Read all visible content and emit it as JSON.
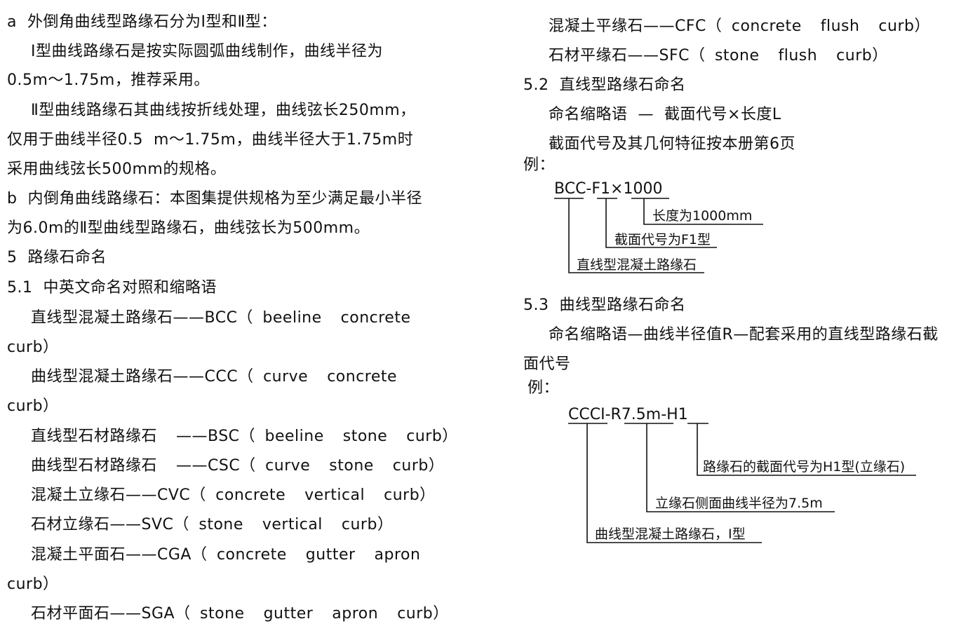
{
  "left_column": {
    "lines": [
      "a  外倒角曲线型路缘石分为Ⅰ型和Ⅱ型：",
      "Ⅰ型曲线路缘石是按实际圆弧曲线制作，曲线半径为",
      "0.5m～1.75m，推荐采用。",
      "Ⅱ型曲线路缘石其曲线按折线处理，曲线弦长250mm，",
      "仅用于曲线半径0.5  m～1.75m，曲线半径大于1.75m时",
      "采用曲线弦长500mm的规格。",
      "b  内倒角曲线路缘石：本图集提供规格为至少满足最小半径",
      "为6.0m的Ⅱ型曲线型路缘石，曲线弦长为500mm。",
      "5  路缘石命名",
      "5.1  中英文命名对照和缩略语",
      "直线型混凝土路缘石——BCC（ beeline  concrete",
      "curb）",
      "曲线型混凝土路缘石——CCC（ curve  concrete",
      "curb）",
      "直线型石材路缘石  ——BSC（ beeline  stone  curb）",
      "曲线型石材路缘石  ——CSC（ curve  stone  curb）",
      "混凝土立缘石——CVC（ concrete  vertical  curb）",
      "石材立缘石——SVC（ stone  vertical  curb）",
      "混凝土平面石——CGA（ concrete  gutter  apron",
      "curb）",
      "石材平面石——SGA（ stone  gutter  apron  curb）"
    ]
  },
  "right_column": {
    "lines": [
      "混凝土平缘石——CFC（ concrete  flush  curb）",
      "石材平缘石——SFC（ stone  flush  curb）",
      "5.2  直线型路缘石命名",
      "命名缩略语  —  截面代号×长度L",
      "截面代号及其几何特征按本册第6页",
      "例：",
      "5.3  曲线型路缘石命名",
      "命名缩略语—曲线半径值R—配套采用的直线型路缘石截",
      "面代号",
      "例："
    ],
    "example1": {
      "code": "BCC-F1×1000",
      "label_length": "长度为1000mm",
      "label_section": "截面代号为F1型",
      "label_type": "直线型混凝土路缘石"
    },
    "example2": {
      "code": "CCCⅠ-R7.5m-H1",
      "label_section": "路缘石的截面代号为H1型(立缘石)",
      "label_radius": "立缘石侧面曲线半径为7.5m",
      "label_type": "曲线型混凝土路缘石，Ⅰ型"
    }
  }
}
